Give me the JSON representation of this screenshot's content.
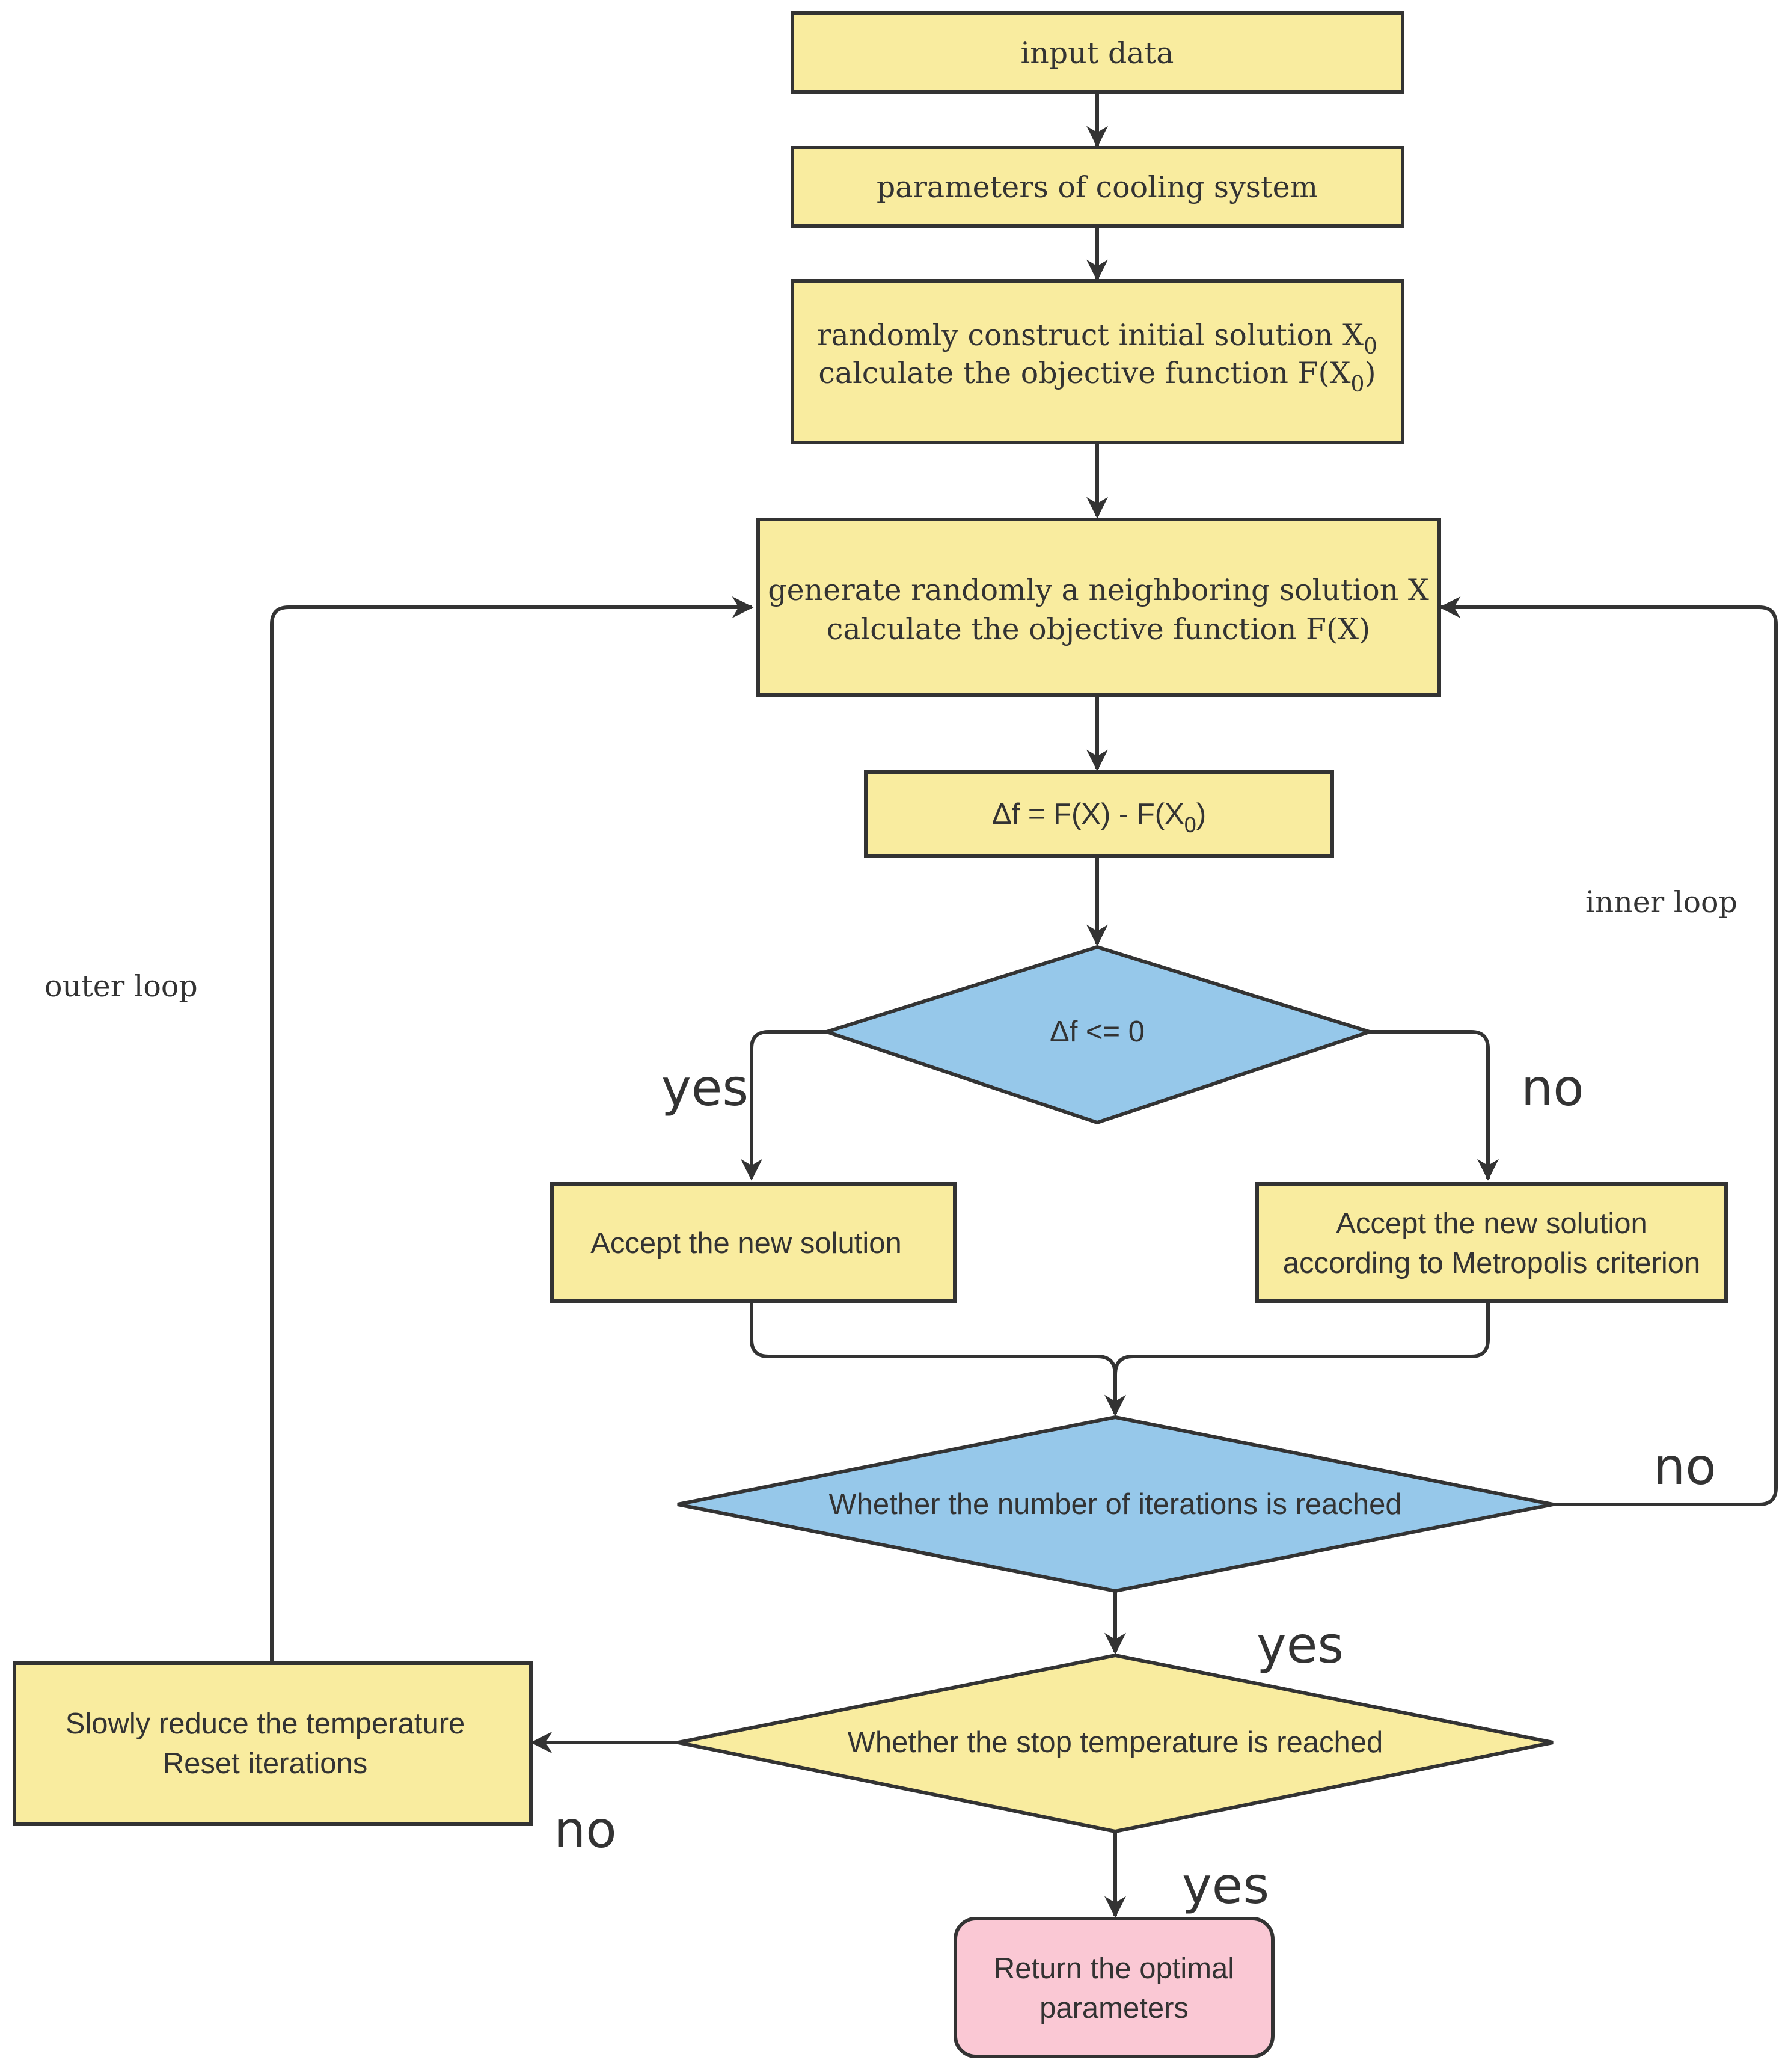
{
  "colors": {
    "process_fill": "#f9ec9f",
    "decision_fill": "#96c8ea",
    "stop_decision_fill": "#f9ec9f",
    "terminal_fill": "#fac8d4",
    "stroke": "#333333"
  },
  "nodes": {
    "input": {
      "text": "input data"
    },
    "params": {
      "text": "parameters of cooling system"
    },
    "init": {
      "line1": "randomly construct initial solution X",
      "line1_sub": "0",
      "line2": "calculate the objective function F(X",
      "line2_sub": "0",
      "line2_end": ")"
    },
    "neighbor": {
      "line1": "generate randomly a neighboring solution X",
      "line2": "calculate the objective function F(X)"
    },
    "delta": {
      "text": "Δf = F(X) - F(X",
      "sub": "0",
      "end": ")"
    },
    "decision_delta": {
      "text": "Δf  <= 0"
    },
    "accept": {
      "text": "Accept the new solution"
    },
    "metropolis": {
      "line1": "Accept the new solution",
      "line2": "according to Metropolis criterion"
    },
    "decision_iter": {
      "text": "Whether the number of iterations is reached"
    },
    "decision_stop": {
      "text": "Whether the stop temperature is reached"
    },
    "reduce": {
      "line1": "Slowly reduce the temperature",
      "line2": "Reset iterations"
    },
    "return": {
      "line1": "Return the optimal",
      "line2": "parameters"
    }
  },
  "labels": {
    "inner_loop": "inner loop",
    "outer_loop": "outer loop",
    "yes_delta": "yes",
    "no_delta": "no",
    "no_iter": "no",
    "yes_iter": "yes",
    "no_stop": "no",
    "yes_stop": "yes"
  }
}
